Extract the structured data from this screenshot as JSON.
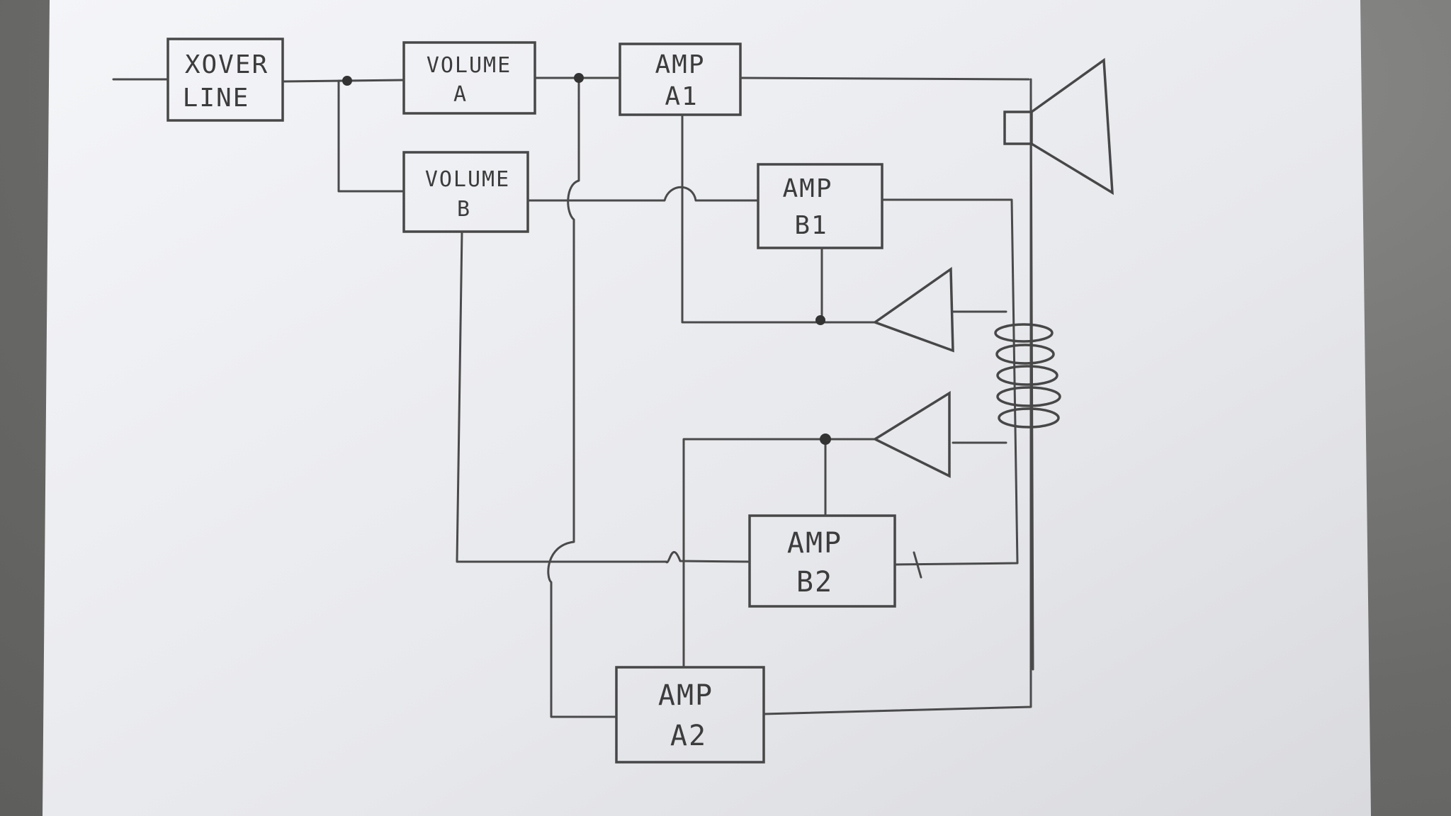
{
  "blocks": {
    "xover": {
      "line1": "XOVER",
      "line2": "LINE"
    },
    "volume_a": {
      "line1": "VOLUME",
      "line2": "A"
    },
    "volume_b": {
      "line1": "VOLUME",
      "line2": "B"
    },
    "amp_a1": {
      "line1": "AMP",
      "line2": "A1"
    },
    "amp_b1": {
      "line1": "AMP",
      "line2": "B1"
    },
    "amp_b2": {
      "line1": "AMP",
      "line2": "B2"
    },
    "amp_a2": {
      "line1": "AMP",
      "line2": "A2"
    }
  },
  "colors": {
    "paper": "#e9eaee",
    "pencil": "#474747",
    "background": "#6f6f6d"
  }
}
